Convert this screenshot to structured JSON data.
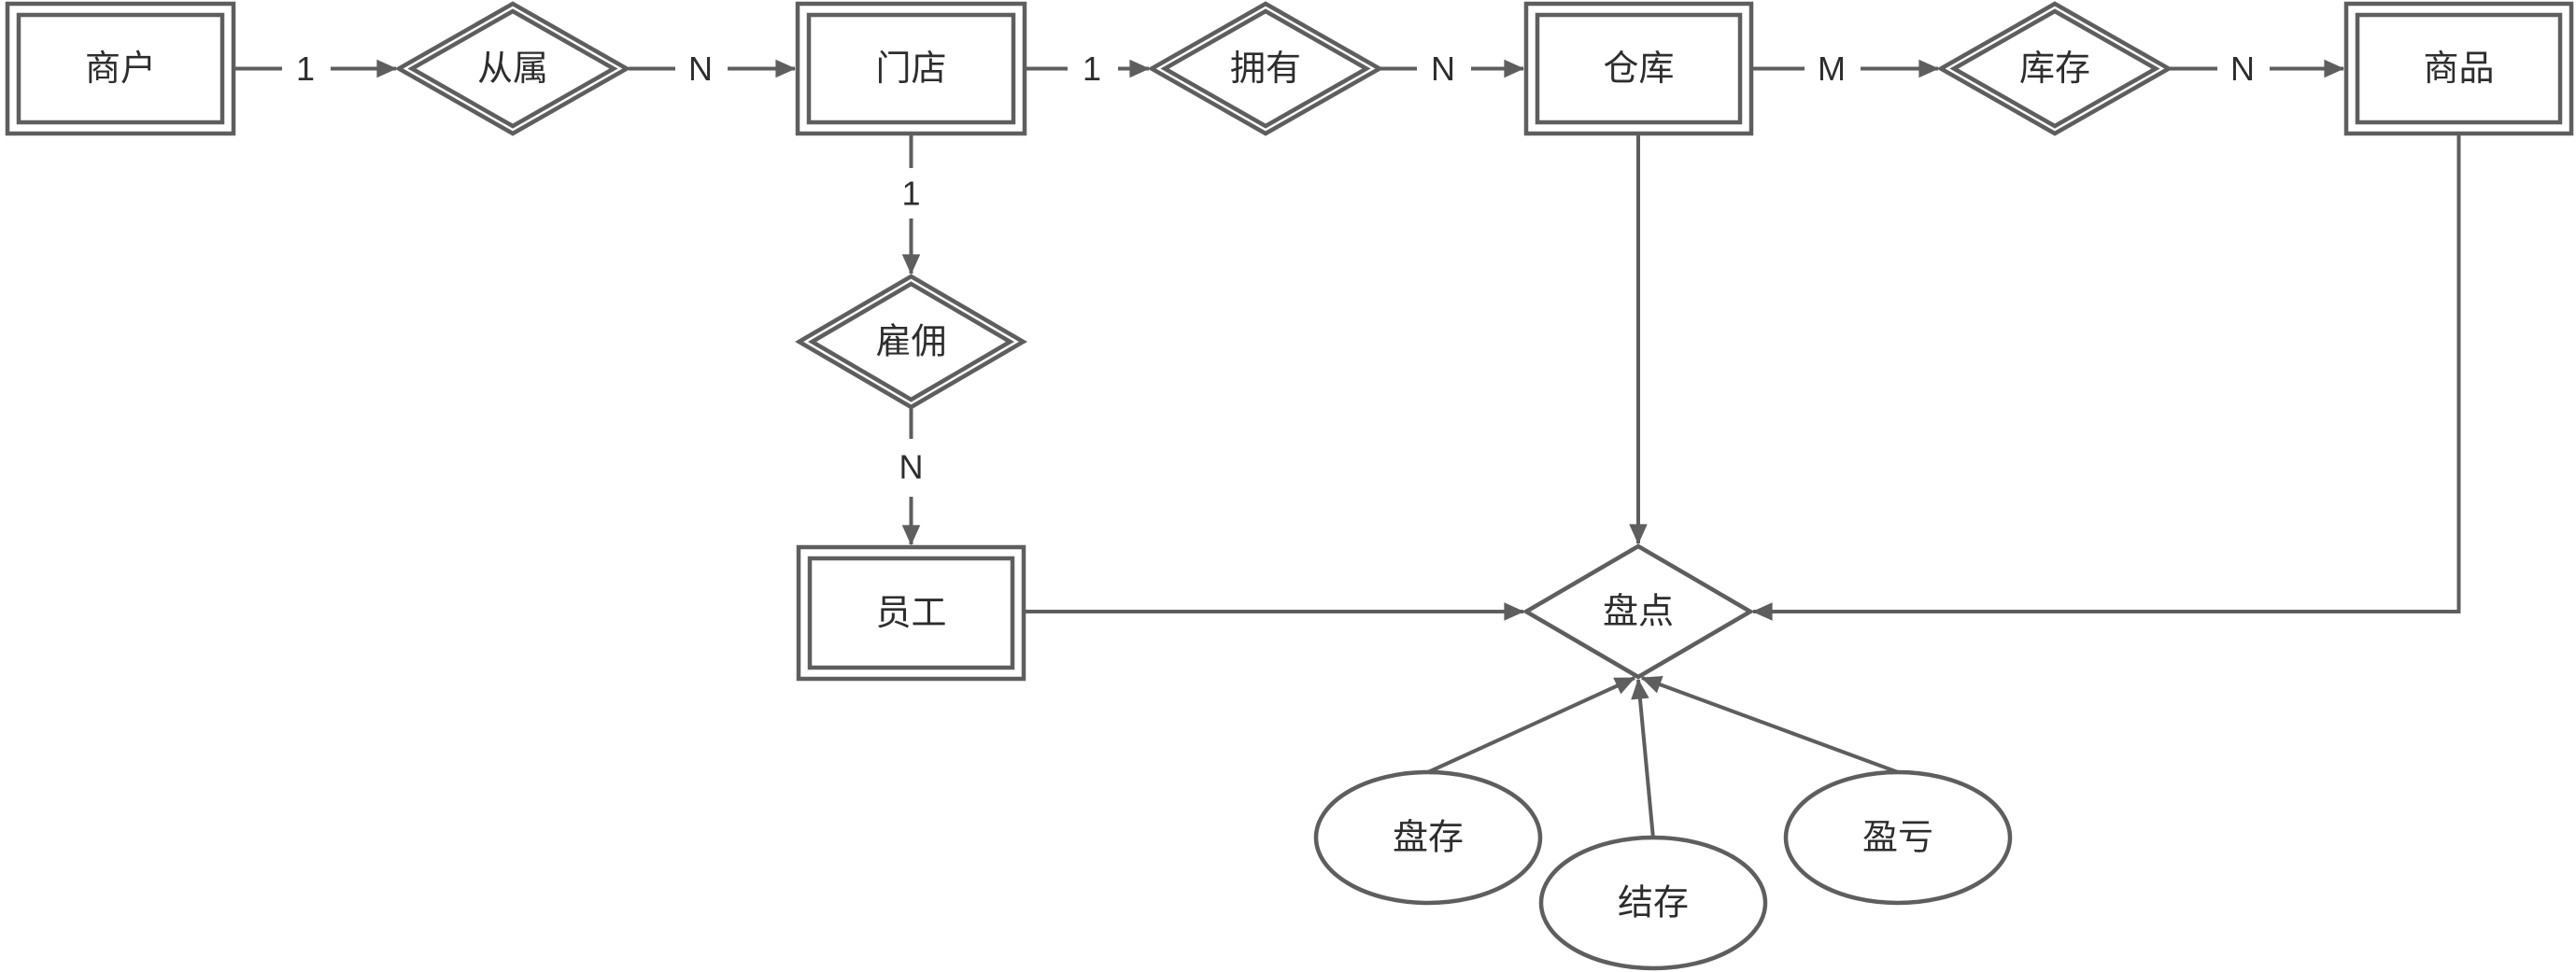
{
  "diagram": {
    "colors": {
      "stroke": "#5e5e5e",
      "text": "#2d2d2d",
      "background": "#ffffff"
    },
    "entities": {
      "merchant": "商户",
      "store": "门店",
      "warehouse": "仓库",
      "product": "商品",
      "employee": "员工"
    },
    "relationships": {
      "belong": "从属",
      "own": "拥有",
      "stock": "库存",
      "employ": "雇佣",
      "stocktake": "盘点"
    },
    "attributes": {
      "counted_stock": "盘存",
      "balance": "结存",
      "profit_loss": "盈亏"
    },
    "cardinality": {
      "merchant_belong": "1",
      "belong_store": "N",
      "store_own": "1",
      "own_warehouse": "N",
      "warehouse_stock": "M",
      "stock_product": "N",
      "store_employ": "1",
      "employ_employee": "N"
    }
  }
}
